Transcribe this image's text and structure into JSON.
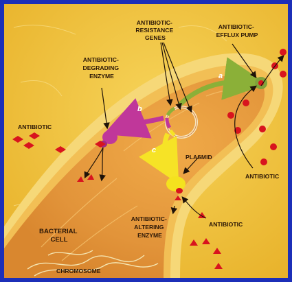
{
  "labels": {
    "resistance_genes": [
      "ANTIBIOTIC-",
      "RESISTANCE",
      "GENES"
    ],
    "efflux_pump": [
      "ANTIBIOTIC-",
      "EFFLUX PUMP"
    ],
    "degrading_enzyme": [
      "ANTIBIOTIC-",
      "DEGRADING",
      "ENZYME"
    ],
    "antibiotic_left": "ANTIBIOTIC",
    "plasmid": "PLASMID",
    "antibiotic_right": "ANTIBIOTIC",
    "altering_enzyme": [
      "ANTIBIOTIC-",
      "ALTERING",
      "ENZYME"
    ],
    "antibiotic_bottom": "ANTIBIOTIC",
    "bacterial_cell": [
      "BACTERIAL",
      "CELL"
    ],
    "chromosome": "CHROMOSOME"
  },
  "steps": {
    "a": "a",
    "b": "b",
    "c": "c"
  },
  "colors": {
    "frame": "#1c2fb8",
    "background": "#f0c23a",
    "cell_interior": "#e39a3a",
    "cell_wall": "#f6d878",
    "antibiotic": "#d8141e",
    "degrading_enzyme": "#c0379a",
    "efflux_pump": "#7fa23a",
    "altering_enzyme": "#f4e21e",
    "plasmid": "#e7a06a"
  },
  "icons": {
    "antibiotic_molecule": "red-diamond-icon",
    "pump_molecule": "red-dot-icon",
    "arrow": "arrow-icon"
  }
}
